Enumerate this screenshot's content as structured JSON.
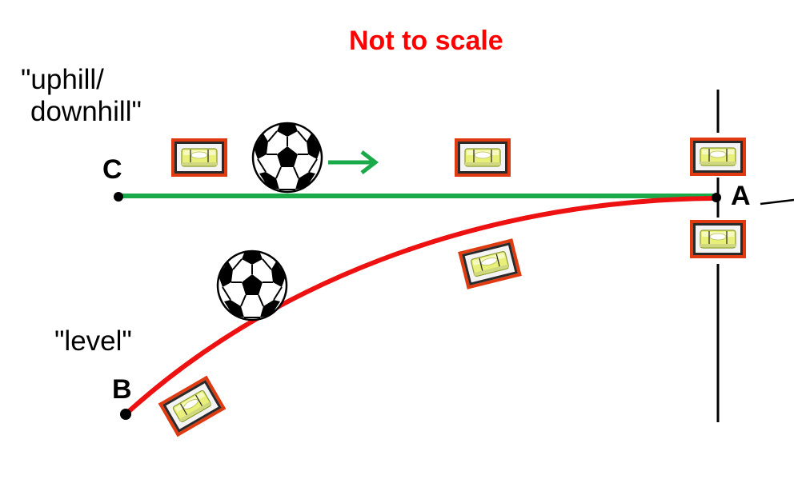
{
  "title": "Not to scale",
  "labels": {
    "uphill_line1": "\"uphill/",
    "uphill_line2": "downhill\"",
    "level": "\"level\"",
    "point_a": "A",
    "point_b": "B",
    "point_c": "C"
  },
  "colors": {
    "title": "#ff0000",
    "straight_path": "#1aaa4a",
    "curved_path": "#ee1111",
    "level_frame": "#e03a10",
    "bubble_vial": "#e8f07a",
    "ink": "#000000"
  },
  "icons": [
    "soccer-ball-icon",
    "spirit-level-icon",
    "right-arrow-icon"
  ]
}
